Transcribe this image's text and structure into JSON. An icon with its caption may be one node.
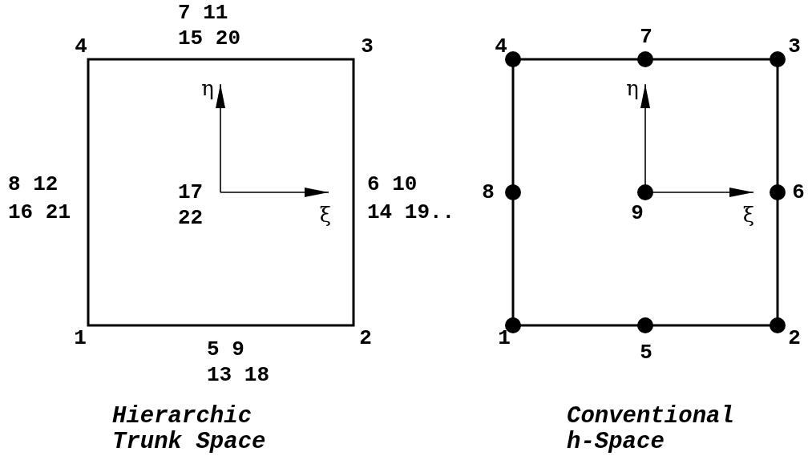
{
  "diagram": {
    "labels": [
      "7 11",
      "15 20",
      "4",
      "3",
      "η",
      "8 12",
      "17",
      "6 10",
      "16 21",
      "22",
      "14 19..",
      "ξ",
      "1",
      "2",
      "5 9",
      "13 18",
      "Hierarchic Trunk Space",
      "4",
      "7",
      "3",
      "η",
      "8",
      "6",
      "9",
      "ξ",
      "1",
      "5",
      "2",
      "Conventional h-Space"
    ]
  }
}
